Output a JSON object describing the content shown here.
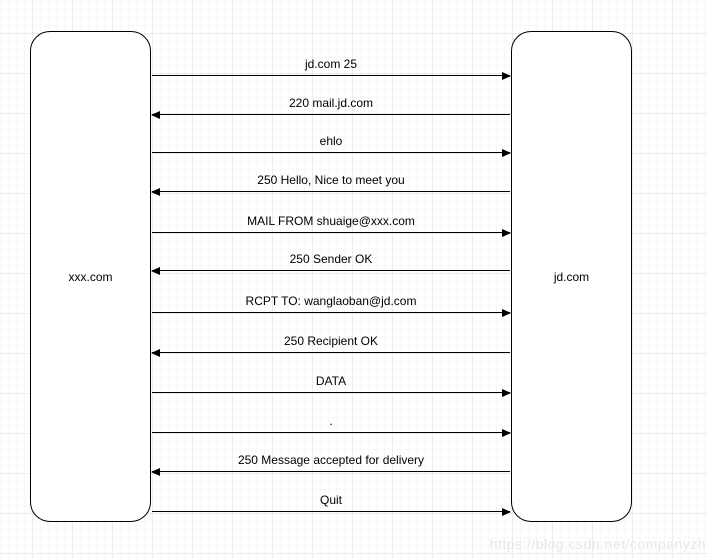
{
  "diagram": {
    "actors": {
      "left": {
        "label": "xxx.com"
      },
      "right": {
        "label": "jd.com"
      }
    },
    "messages": [
      {
        "label": "jd.com 25",
        "direction": "right"
      },
      {
        "label": "220 mail.jd.com",
        "direction": "left"
      },
      {
        "label": "ehlo",
        "direction": "right"
      },
      {
        "label": "250 Hello, Nice to meet you",
        "direction": "left"
      },
      {
        "label": "MAIL FROM shuaige@xxx.com",
        "direction": "right"
      },
      {
        "label": "250 Sender OK",
        "direction": "left"
      },
      {
        "label": "RCPT TO: wanglaoban@jd.com",
        "direction": "right"
      },
      {
        "label": "250 Recipient OK",
        "direction": "left"
      },
      {
        "label": "DATA",
        "direction": "right"
      },
      {
        "label": ".",
        "direction": "right"
      },
      {
        "label": "250 Message accepted for delivery",
        "direction": "left"
      },
      {
        "label": "Quit",
        "direction": "right"
      }
    ]
  },
  "watermark": "https://blog.csdn.net/companyzh",
  "colors": {
    "background": "#ffffff",
    "grid_minor": "#f8f8f8",
    "grid_major": "#ececec",
    "shape_stroke": "#000000",
    "text": "#000000",
    "watermark": "#e7e7e7"
  }
}
